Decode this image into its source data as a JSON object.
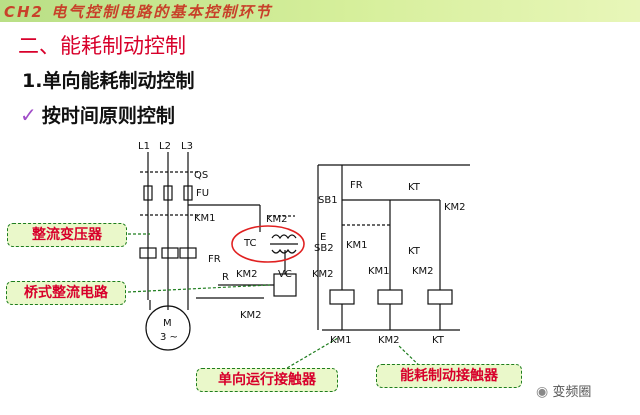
{
  "header": {
    "text": "CH2 电气控制电路的基本控制环节"
  },
  "section_title": "二、能耗制动控制",
  "sub_title": "1.单向能耗制动控制",
  "check_text": "按时间原则控制",
  "check_icon": "checkmark-icon",
  "callouts": {
    "transformer": "整流变压器",
    "bridge": "桥式整流电路",
    "run_contactor": "单向运行接触器",
    "brake_contactor": "能耗制动接触器"
  },
  "diagram_labels": {
    "l1": "L1",
    "l2": "L2",
    "l3": "L3",
    "qs": "QS",
    "fu": "FU",
    "km1_main": "KM1",
    "km2_main": "KM2",
    "tc": "TC",
    "fr_main": "FR",
    "r": "R",
    "km2_mid": "KM2",
    "vc": "VC",
    "motor_m": "M",
    "motor_3": "3 ~",
    "km2_bottom": "KM2",
    "fr_ctrl": "FR",
    "sb1": "SB1",
    "e": "E",
    "sb2": "SB2",
    "km1_hold": "KM1",
    "km2_left": "KM2",
    "kt_top": "KT",
    "km2_top_right": "KM2",
    "kt_mid": "KT",
    "km1_interlock": "KM1",
    "km2_interlock": "KM2",
    "coil_km1": "KM1",
    "coil_km2": "KM2",
    "coil_kt": "KT"
  },
  "wechat": {
    "icon": "wechat-icon",
    "text": "变频圈"
  },
  "colors": {
    "accent_red": "#d8002b",
    "callout_border": "#1e7d1e",
    "callout_fill": "#eaf8ca",
    "highlight_ellipse": "#e02020",
    "check": "#a04cc8"
  }
}
